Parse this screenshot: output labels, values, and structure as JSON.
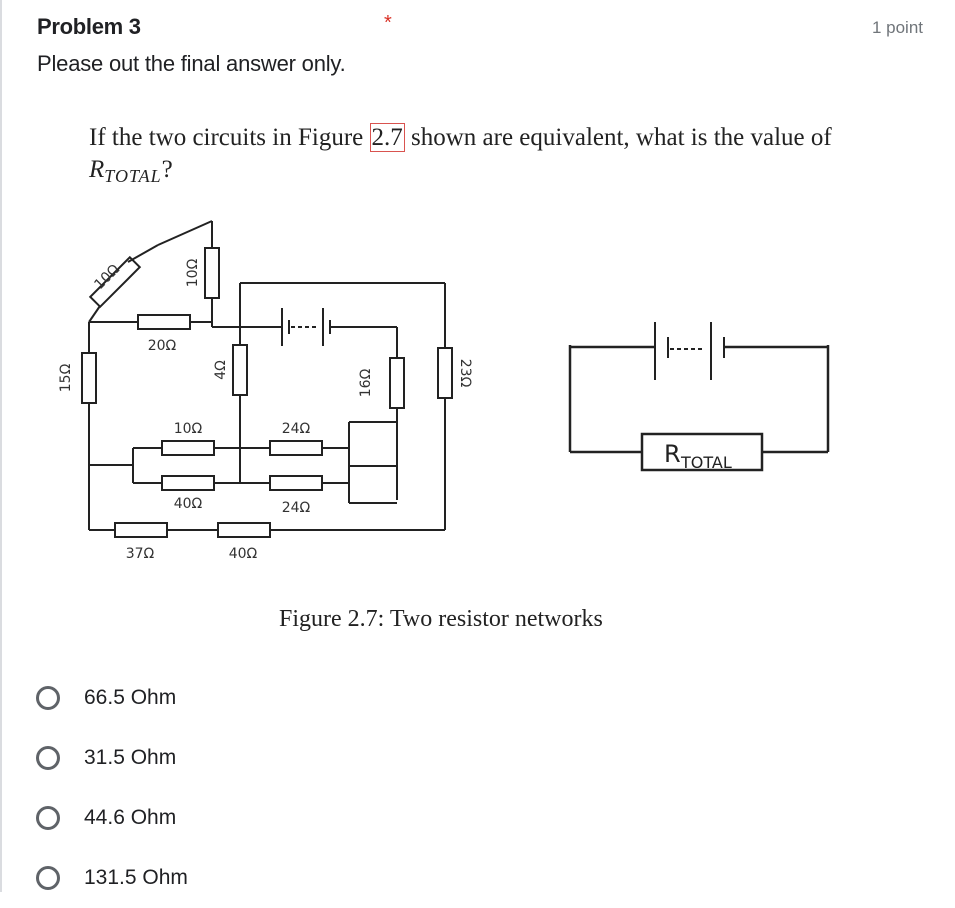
{
  "question": {
    "title": "Problem 3",
    "required_marker": "*",
    "points": "1 point",
    "description": "Please out the final answer only.",
    "prompt_before": "If the two circuits in Figure",
    "figure_ref": "2.7",
    "prompt_after": "shown are equivalent, what is the value of",
    "rtotal_main": "R",
    "rtotal_sub": "TOTAL",
    "rtotal_end": "?"
  },
  "figure": {
    "caption": "Figure 2.7: Two resistor networks",
    "left_network": {
      "resistors": [
        {
          "id": "r-diag-10",
          "label": "10Ω"
        },
        {
          "id": "r-top-10",
          "label": "10Ω"
        },
        {
          "id": "r-20",
          "label": "20Ω"
        },
        {
          "id": "r-15",
          "label": "15Ω"
        },
        {
          "id": "r-4",
          "label": "4Ω"
        },
        {
          "id": "r-16",
          "label": "16Ω"
        },
        {
          "id": "r-23",
          "label": "23Ω"
        },
        {
          "id": "r-mid-10",
          "label": "10Ω"
        },
        {
          "id": "r-mid-40",
          "label": "40Ω"
        },
        {
          "id": "r-24-top",
          "label": "24Ω"
        },
        {
          "id": "r-24-bot",
          "label": "24Ω"
        },
        {
          "id": "r-37",
          "label": "37Ω"
        },
        {
          "id": "r-bot-40",
          "label": "40Ω"
        }
      ]
    },
    "right_network": {
      "resistor_label_main": "R",
      "resistor_label_sub": "TOTAL"
    }
  },
  "options": [
    {
      "label": "66.5 Ohm"
    },
    {
      "label": "31.5 Ohm"
    },
    {
      "label": "44.6 Ohm"
    },
    {
      "label": "131.5 Ohm"
    }
  ],
  "colors": {
    "required": "#d93025",
    "radio_border": "#5f6368",
    "points_text": "#70757a",
    "figref_border": "#d9534f"
  }
}
